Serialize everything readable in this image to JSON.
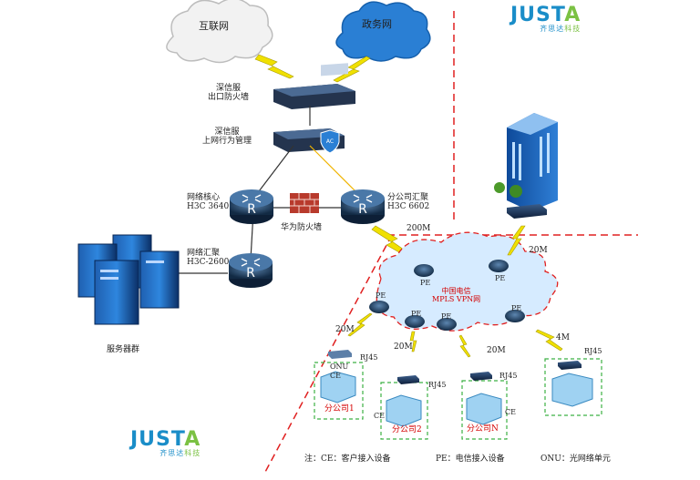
{
  "clouds": {
    "internet": "互联网",
    "gov": "政务网",
    "mpls_line1": "中国电信",
    "mpls_line2": "MPLS VPN网"
  },
  "devices": {
    "fw_line1": "深信服",
    "fw_line2": "出口防火墙",
    "ac_line1": "深信服",
    "ac_line2": "上网行为管理",
    "ac_badge": "AC",
    "core_line1": "网络核心",
    "core_line2": "H3C 3640",
    "branch_agg_line1": "分公司汇聚",
    "branch_agg_line2": "H3C 6602",
    "huawei_fw": "华为防火墙",
    "net_agg_line1": "网络汇聚",
    "net_agg_line2": "H3C-2600",
    "servers": "服务器群",
    "router_letter": "R"
  },
  "wan": {
    "link_main": "200M",
    "link_right": "20M",
    "pe": "PE",
    "sites": [
      {
        "name": "分公司1",
        "bw": "20M",
        "onu": "ONU",
        "rj": "RJ45",
        "ce": "CE"
      },
      {
        "name": "分公司2",
        "bw": "20M",
        "rj": "RJ45",
        "ce": "CE"
      },
      {
        "name": "分公司N",
        "bw": "20M",
        "rj": "RJ45",
        "ce": "CE"
      },
      {
        "bw": "4M",
        "rj": "RJ45"
      }
    ]
  },
  "legend": {
    "ce": "注：CE：客户接入设备",
    "pe": "PE：电信接入设备",
    "onu": "ONU：光网络单元"
  },
  "logo": {
    "brand_a": "JUST",
    "brand_b": "A",
    "sub_a": "齐思达",
    "sub_b": "科技"
  },
  "colors": {
    "router": "#1f3d5c",
    "firewall_brick": "#b83a2c",
    "link_yellow": "#f0e000",
    "dashed_red": "#e02020",
    "site_box_green": "#3cb043",
    "building_blue": "#1a5fb4"
  }
}
